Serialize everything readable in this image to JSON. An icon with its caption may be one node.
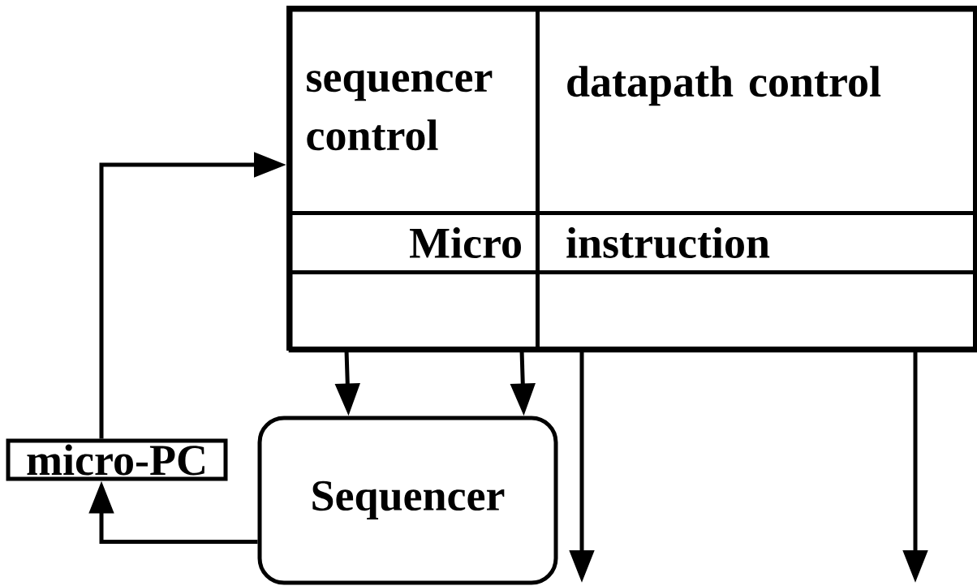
{
  "diagram": {
    "nodes": [
      {
        "text": [],
        "shape": "box"
      },
      {
        "text": [
          "sequencer control"
        ],
        "in": 0
      },
      {
        "text": [
          "datapath control"
        ],
        "in": 0
      },
      {
        "text": [
          "Micro"
        ],
        "in": 0
      },
      {
        "text": [
          "instruction"
        ],
        "in": 0
      },
      {
        "text": [],
        "shape": "box",
        "in": 0
      },
      {
        "text": [],
        "shape": "box",
        "in": 0
      },
      {
        "text": [
          "micro-PC"
        ]
      },
      {
        "text": [
          "Sequencer"
        ]
      }
    ],
    "edges": [
      {
        "from": 5,
        "to": 8,
        "arrow": "to"
      },
      {
        "from": 5,
        "to": 8,
        "arrow": "to"
      },
      {
        "from": 6,
        "to": null,
        "arrow": "to"
      },
      {
        "from": 6,
        "to": null,
        "arrow": "to"
      },
      {
        "from": 7,
        "to": 1,
        "arrow": "to"
      },
      {
        "from": 8,
        "to": 7,
        "arrow": "to"
      }
    ]
  }
}
